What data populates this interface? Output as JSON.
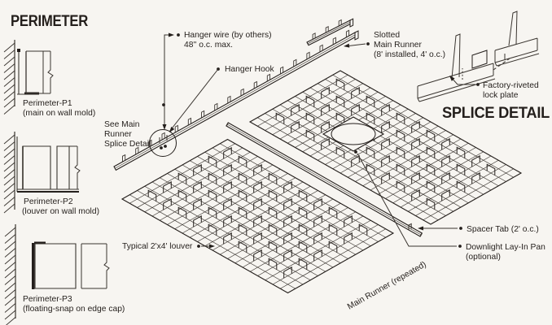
{
  "palette": {
    "paper": "#f7f5f1",
    "ink": "#241f1c",
    "line": "#3a3530"
  },
  "headings": {
    "perimeter": "PERIMETER",
    "splice_detail": "SPLICE DETAIL"
  },
  "perimeter_details": [
    {
      "name": "Perimeter-P1",
      "note": "(main on wall mold)"
    },
    {
      "name": "Perimeter-P2",
      "note": "(louver on wall mold)"
    },
    {
      "name": "Perimeter-P3",
      "note": "(floating-snap on edge cap)"
    }
  ],
  "callouts": {
    "hanger_wire": {
      "line1": "Hanger wire (by others)",
      "line2": "48'' o.c. max."
    },
    "hanger_hook": "Hanger Hook",
    "slotted_main_runner": {
      "line1": "Slotted",
      "line2": "Main Runner",
      "line3": "(8' installed, 4' o.c.)"
    },
    "factory_riveted": {
      "line1": "Factory-riveted",
      "line2": "lock plate"
    },
    "see_main_runner": {
      "line1": "See Main",
      "line2": "Runner",
      "line3": "Splice Detail"
    },
    "spacer_tab": "Spacer Tab (2' o.c.)",
    "downlight": {
      "line1": "Downlight Lay-In Pan",
      "line2": "(optional)"
    },
    "typical_louver": "Typical 2'x4' louver",
    "main_runner_repeated": "Main Runner (repeated)"
  }
}
